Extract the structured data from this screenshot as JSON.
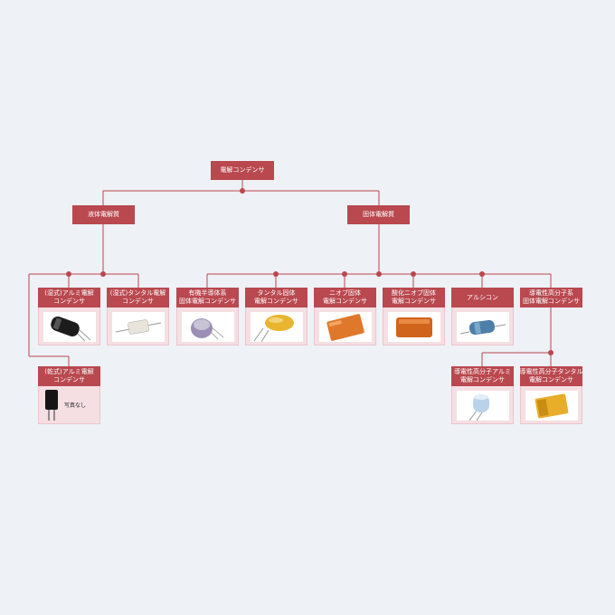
{
  "root": {
    "label": "電解コンデンサ"
  },
  "categories": {
    "liquid": "液体電解質",
    "solid": "固体電解質"
  },
  "items": {
    "wet_al": [
      "(湿式)アルミ電解",
      "コンデンサ"
    ],
    "wet_ta": [
      "(湿式)タンタル電解",
      "コンデンサ"
    ],
    "dry_al": [
      "(乾式)アルミ電解",
      "コンデンサ"
    ],
    "dry_al_note": "写真なし",
    "organic": [
      "有機半導体系",
      "固体電解コンデンサ"
    ],
    "ta_solid": [
      "タンタル固体",
      "電解コンデンサ"
    ],
    "niobium": [
      "ニオブ固体",
      "電解コンデンサ"
    ],
    "niobium_oxide": [
      "酸化ニオブ固体",
      "電解コンデンサ"
    ],
    "alsicon": [
      "アルシコン"
    ],
    "polymer": [
      "導電性高分子系",
      "固体電解コンデンサ"
    ],
    "polymer_al": [
      "導電性高分子アルミ",
      "電解コンデンサ"
    ],
    "polymer_ta": [
      "導電性高分子タンタル",
      "電解コンデンサ"
    ]
  },
  "colors": {
    "accent": "#b9484f",
    "card": "#f5dfe3",
    "background": "#eef1f6"
  }
}
